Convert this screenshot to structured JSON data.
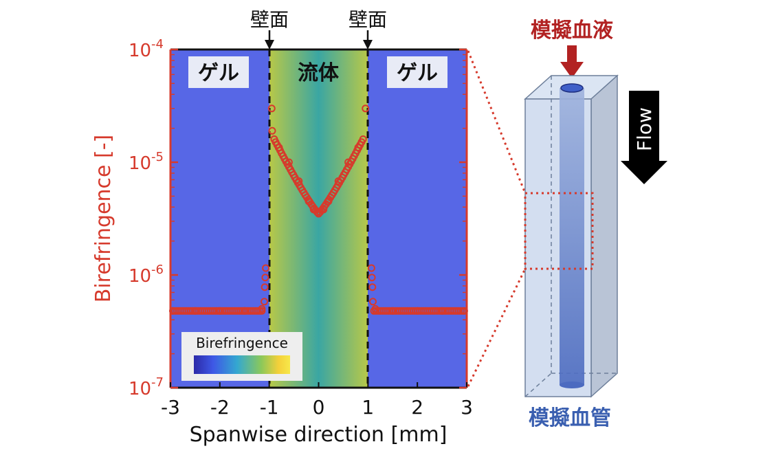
{
  "chart_data": {
    "type": "scatter",
    "x_axis": {
      "label": "Spanwise direction [mm]",
      "range": [
        -3,
        3
      ],
      "ticks": [
        "-3",
        "-2",
        "-1",
        "0",
        "1",
        "2",
        "3"
      ]
    },
    "y_axis": {
      "label": "Birefringence [-]",
      "scale": "log",
      "range": [
        1e-07,
        0.0001
      ],
      "ticks": [
        {
          "value": 1e-07,
          "base": "10",
          "exp": "-7"
        },
        {
          "value": 1e-06,
          "base": "10",
          "exp": "-6"
        },
        {
          "value": 1e-05,
          "base": "10",
          "exp": "-5"
        },
        {
          "value": 0.0001,
          "base": "10",
          "exp": "-4"
        }
      ]
    },
    "series": [
      {
        "color": "#d63a2c",
        "marker": "open-circle",
        "x": [
          -2.95,
          -2.5,
          -2.0,
          -1.5,
          -1.15,
          -1.1,
          -1.09,
          -1.08,
          -1.07,
          -0.95,
          -0.94,
          -0.9,
          -0.8,
          -0.6,
          -0.4,
          -0.2,
          -0.1,
          0.0,
          0.1,
          0.2,
          0.4,
          0.6,
          0.8,
          0.9,
          0.95,
          1.07,
          1.08,
          1.09,
          1.1,
          1.15,
          1.5,
          2.0,
          2.5,
          2.95
        ],
        "y": [
          4.8e-07,
          4.8e-07,
          4.8e-07,
          4.8e-07,
          5e-07,
          5.8e-07,
          7.8e-07,
          9.5e-07,
          1.15e-06,
          3e-05,
          1.9e-05,
          1.6e-05,
          1.35e-05,
          1e-05,
          6.8e-06,
          4.5e-06,
          3.8e-06,
          3.5e-06,
          3.8e-06,
          4.5e-06,
          6.8e-06,
          1e-05,
          1.35e-05,
          1.6e-05,
          3e-05,
          1.15e-06,
          9.5e-07,
          7.8e-07,
          5.8e-07,
          5e-07,
          4.8e-07,
          4.8e-07,
          4.8e-07,
          4.8e-07
        ]
      }
    ],
    "wall_positions": [
      -1,
      1
    ],
    "region_labels": {
      "left": "ゲル",
      "center": "流体",
      "right": "ゲル"
    },
    "wall_labels": [
      "壁面",
      "壁面"
    ],
    "colorbar_label": "Birefringence",
    "colors": {
      "gel_background": "#5767e6",
      "fluid_center": "#3dab9e",
      "fluid_edge": "#b3c94a",
      "marker": "#d63a2c",
      "axis_accent": "#d63a2c"
    },
    "grid": false
  },
  "schematic": {
    "inlet_label": "模擬血液",
    "flow_label": "Flow",
    "vessel_label": "模擬血管",
    "colors": {
      "inlet_text": "#b22222",
      "vessel_text": "#3a5fb0",
      "block_face": "#d5e0f0",
      "channel": "#5c78c4",
      "flow_arrow": "#000000",
      "zoom_box": "#d63a2c"
    }
  }
}
